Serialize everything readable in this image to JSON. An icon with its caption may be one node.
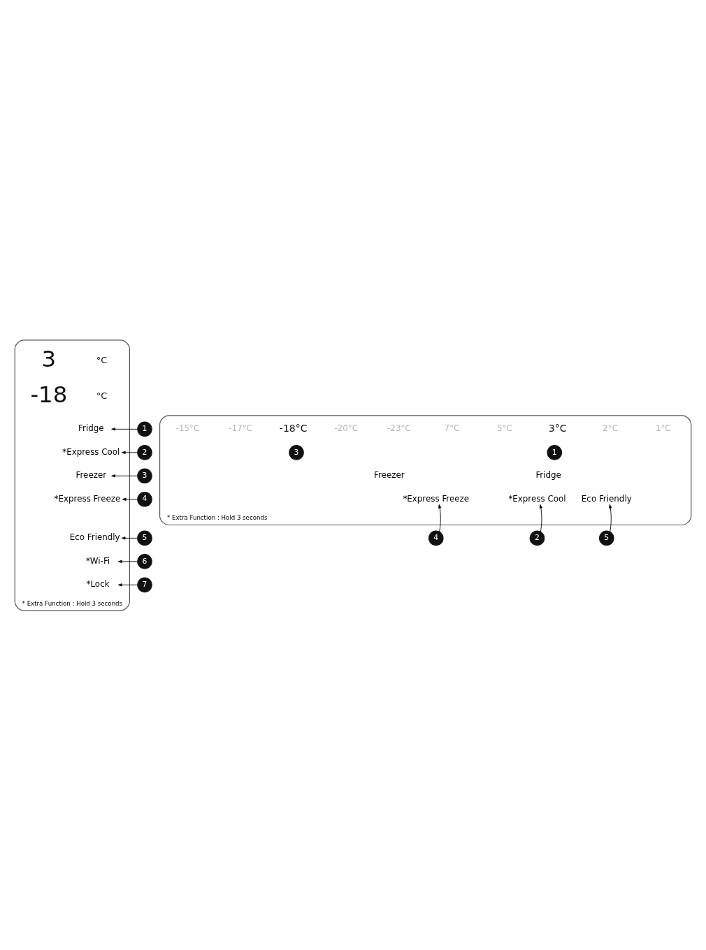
{
  "diagram": {
    "nodes": [
      {
        "text": [
          "* Extra Function : Hold 3 seconds"
        ]
      },
      {
        "text": [
          "Fridge"
        ],
        "in": 0
      },
      {
        "text": [
          "*Express Cool"
        ],
        "in": 0
      },
      {
        "text": [
          "Freezer"
        ],
        "in": 0
      },
      {
        "text": [
          "*Express Freeze"
        ],
        "in": 0
      },
      {
        "text": [
          "Eco Friendly"
        ],
        "in": 0
      },
      {
        "text": [
          "*Wi-Fi"
        ],
        "in": 0
      },
      {
        "text": [
          "*Lock"
        ],
        "in": 0
      },
      {
        "text": [
          "1"
        ]
      },
      {
        "text": [
          "2"
        ]
      },
      {
        "text": [
          "3"
        ]
      },
      {
        "text": [
          "4"
        ]
      },
      {
        "text": [
          "5"
        ]
      },
      {
        "text": [
          "6"
        ]
      },
      {
        "text": [
          "7"
        ]
      },
      {
        "text": [
          "* Extra Function : Hold 3 seconds"
        ]
      },
      {
        "text": [
          "3"
        ],
        "in": 15
      },
      {
        "text": [
          "Freezer"
        ],
        "in": 15
      },
      {
        "text": [
          "*Express Freeze"
        ],
        "in": 15
      },
      {
        "text": [
          "1"
        ],
        "in": 15
      },
      {
        "text": [
          "Fridge"
        ],
        "in": 15
      },
      {
        "text": [
          "*Express Cool"
        ],
        "in": 15
      },
      {
        "text": [
          "Eco Friendly"
        ],
        "in": 15
      },
      {
        "text": [
          "4"
        ]
      },
      {
        "text": [
          "2"
        ]
      },
      {
        "text": [
          "5"
        ]
      }
    ],
    "edges": [
      {
        "from": 8,
        "to": 1,
        "arrow": "to"
      },
      {
        "from": 9,
        "to": 2,
        "arrow": "to"
      },
      {
        "from": 10,
        "to": 3,
        "arrow": "to"
      },
      {
        "from": 11,
        "to": 4,
        "arrow": "to"
      },
      {
        "from": 12,
        "to": 5,
        "arrow": "to"
      },
      {
        "from": 13,
        "to": 6,
        "arrow": "to"
      },
      {
        "from": 14,
        "to": 7,
        "arrow": "to"
      },
      {
        "from": 23,
        "to": 18,
        "arrow": "to"
      },
      {
        "from": 24,
        "to": 21,
        "arrow": "to"
      },
      {
        "from": 25,
        "to": 22,
        "arrow": "to"
      }
    ],
    "labels": [
      "3",
      "°C",
      "-18",
      "°C",
      "-15°C",
      "-17°C",
      "-18°C",
      "-20°C",
      "-23°C",
      "7°C",
      "5°C",
      "3°C",
      "2°C",
      "1°C"
    ]
  }
}
